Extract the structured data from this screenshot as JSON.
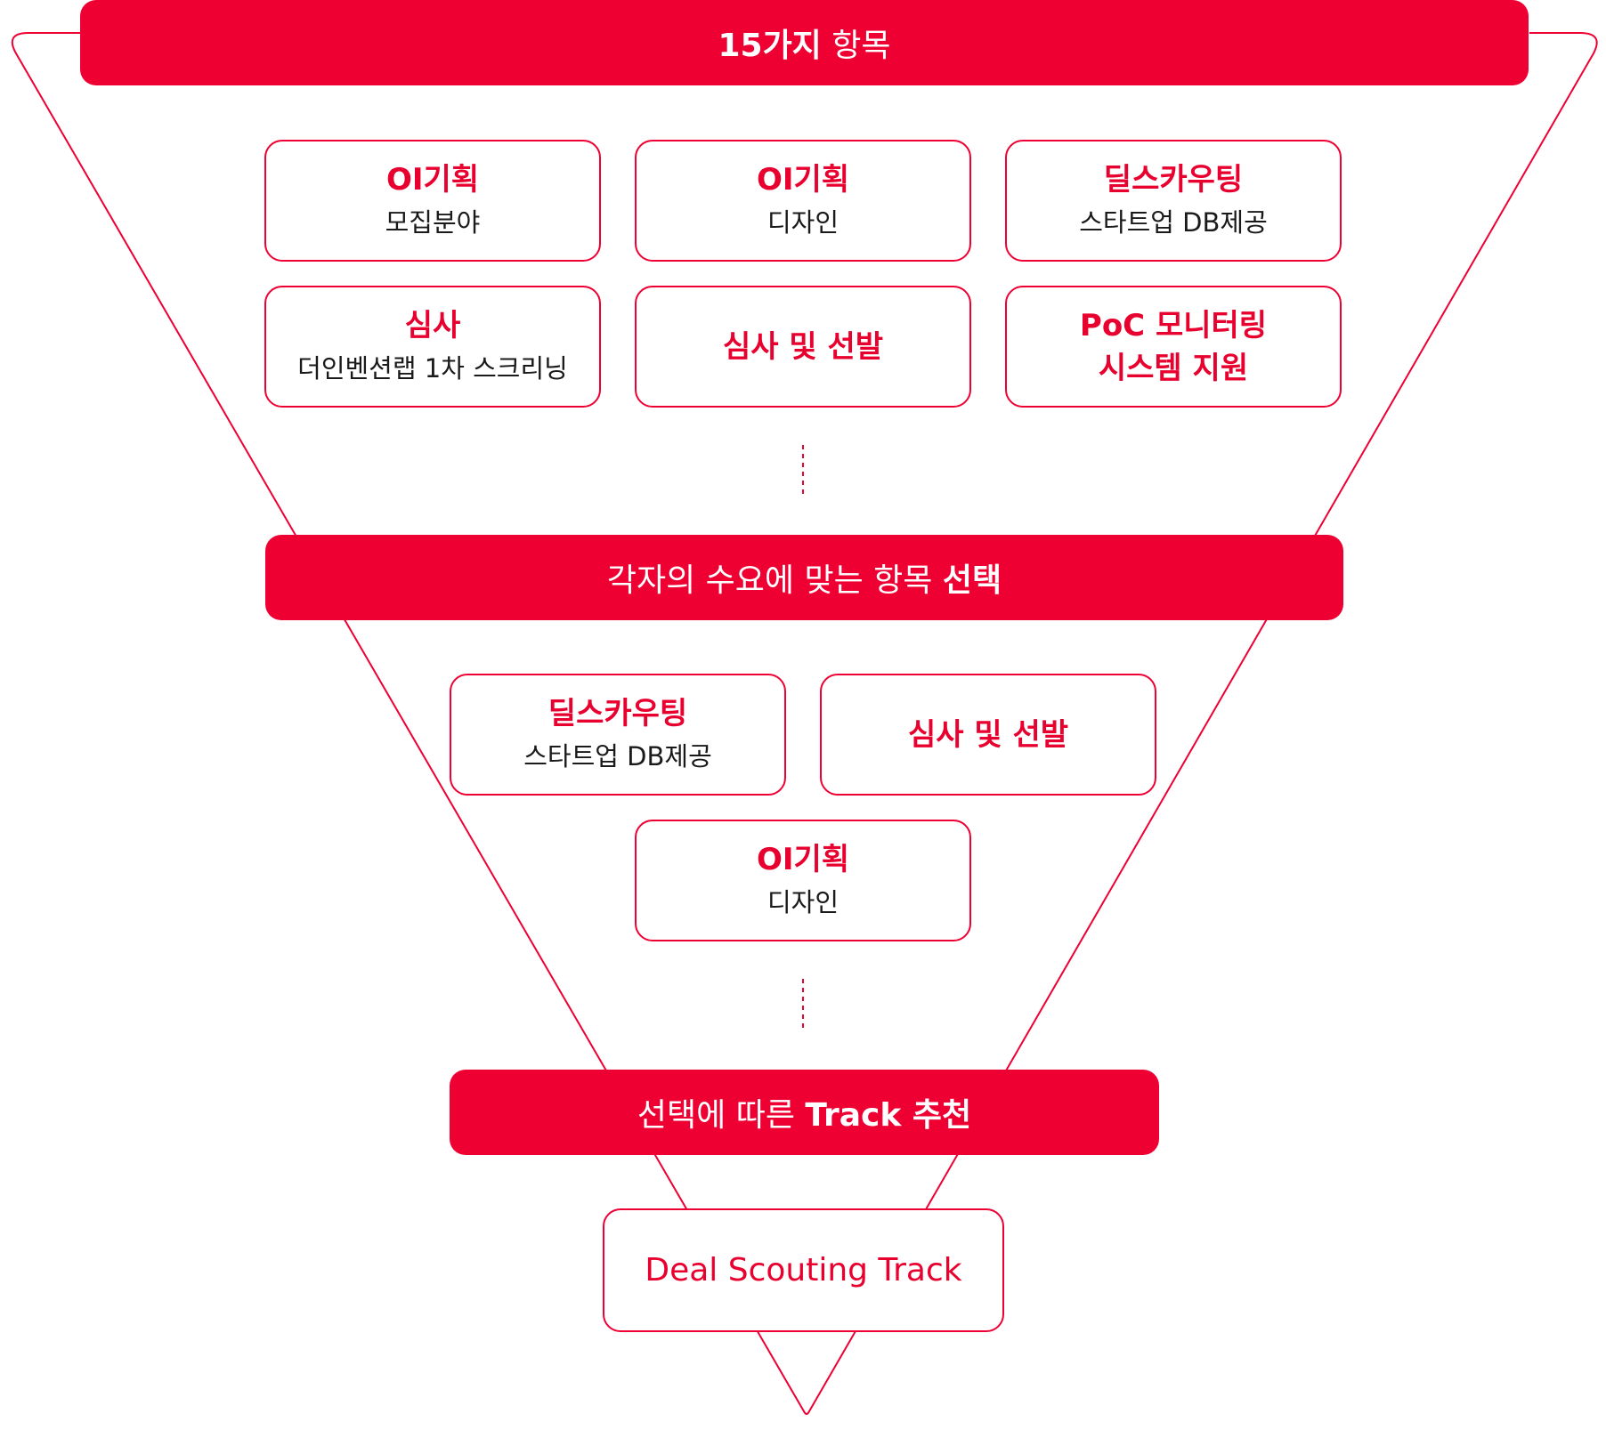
{
  "colors": {
    "accent": "#ee0033",
    "title_text": "#e8002e",
    "body_text": "#1a1a1a",
    "bar_text": "#ffffff"
  },
  "stage1": {
    "bar": {
      "prefix_bold": "15가지",
      "rest": "항목"
    },
    "items": [
      {
        "title": "OI기획",
        "sub": "모집분야"
      },
      {
        "title": "OI기획",
        "sub": "디자인"
      },
      {
        "title": "딜스카우팅",
        "sub": "스타트업 DB제공"
      },
      {
        "title": "심사",
        "sub": "더인벤션랩 1차 스크리닝"
      },
      {
        "title": "심사 및 선발",
        "sub": ""
      },
      {
        "title": "PoC 모니터링",
        "sub": "시스템 지원"
      }
    ]
  },
  "stage2": {
    "bar": {
      "text": "각자의 수요에 맞는 항목",
      "suffix_bold": "선택"
    },
    "items": [
      {
        "title": "딜스카우팅",
        "sub": "스타트업 DB제공"
      },
      {
        "title": "심사 및 선발",
        "sub": ""
      },
      {
        "title": "OI기획",
        "sub": "디자인"
      }
    ]
  },
  "stage3": {
    "bar": {
      "text": "선택에 따른",
      "suffix_bold": "Track 추천"
    },
    "result": {
      "title": "Deal Scouting Track"
    }
  }
}
